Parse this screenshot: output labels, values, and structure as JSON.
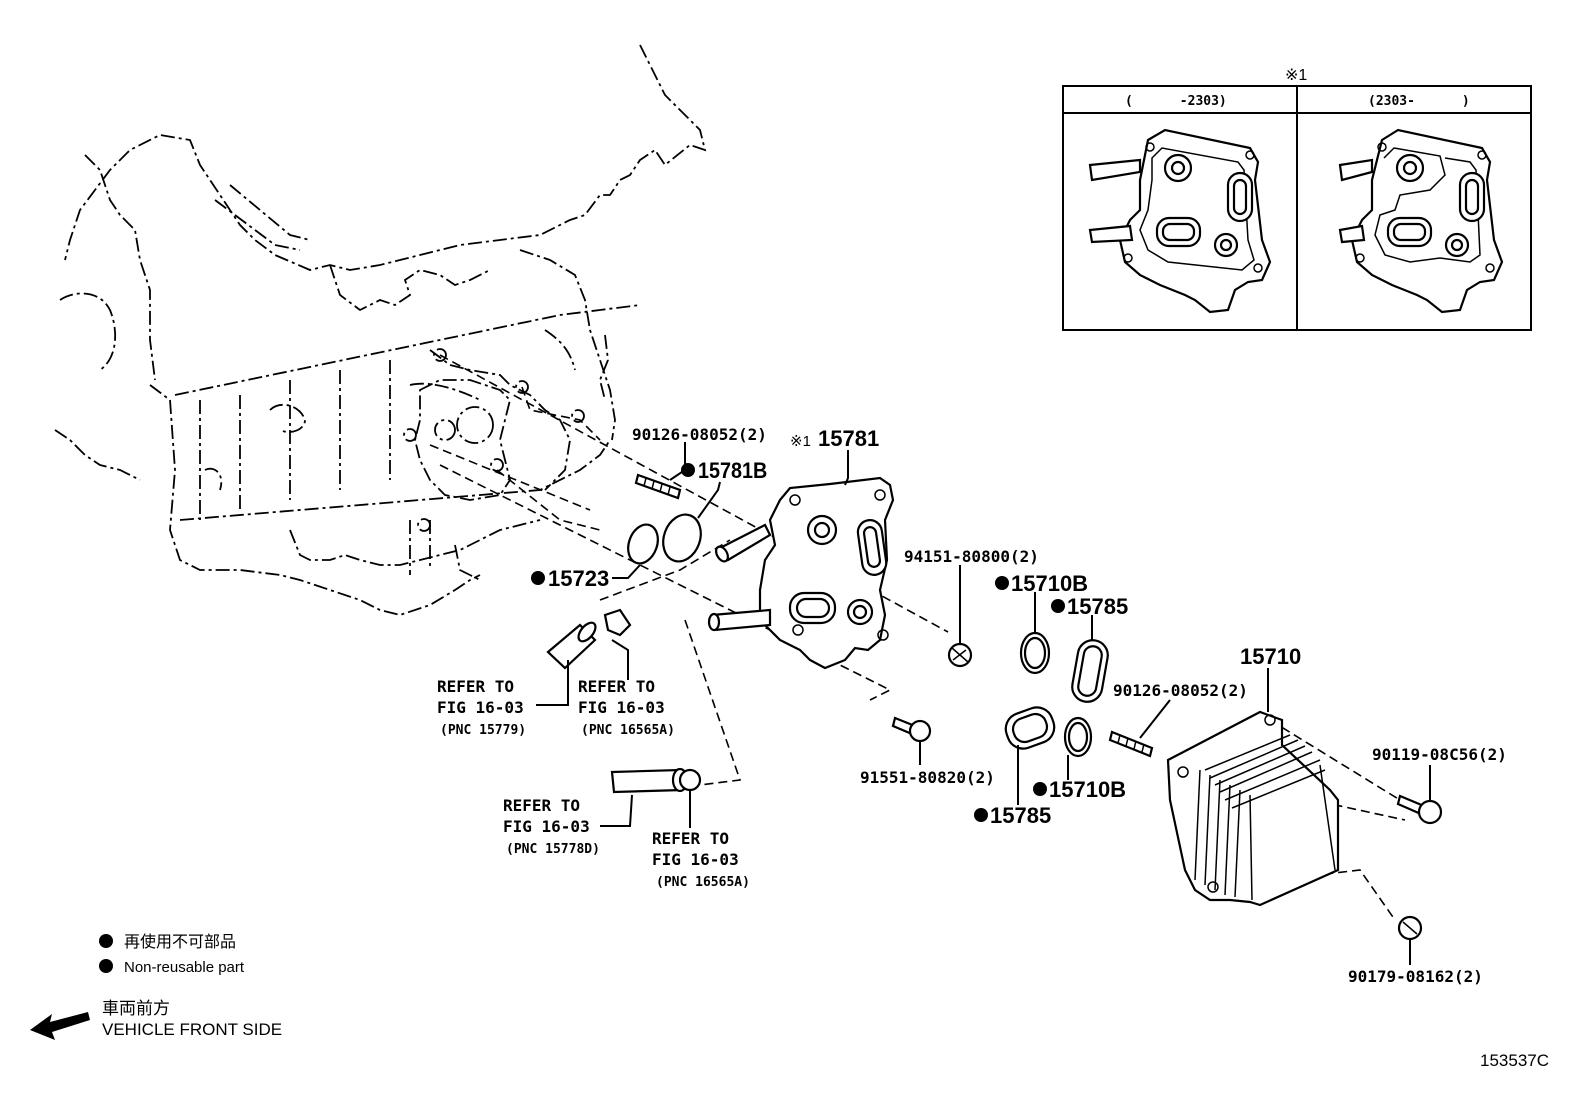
{
  "inset": {
    "marker": "※1",
    "col_left": "(      -2303)",
    "col_right": "(2303-      )"
  },
  "labels": {
    "bolt_top": "90126-08052(2)",
    "gasket_15781b": "15781B",
    "plate_15781": "15781",
    "plate_marker": "※1",
    "oring_15723": "15723",
    "plug_94151": "94151-80800(2)",
    "ring_15710b_top": "15710B",
    "ring_15785_top": "15785",
    "cooler_15710": "15710",
    "bolt_right": "90126-08052(2)",
    "bolt_90119": "90119-08C56(2)",
    "bolt_91551": "91551-80820(2)",
    "ring_15710b_bottom": "15710B",
    "ring_15785_bottom": "15785",
    "nut_90179": "90179-08162(2)"
  },
  "refs": [
    {
      "line1": "REFER TO",
      "line2": "FIG 16-03",
      "line3": "(PNC 15779)"
    },
    {
      "line1": "REFER TO",
      "line2": "FIG 16-03",
      "line3": "(PNC 16565A)"
    },
    {
      "line1": "REFER TO",
      "line2": "FIG 16-03",
      "line3": "(PNC 15778D)"
    },
    {
      "line1": "REFER TO",
      "line2": "FIG 16-03",
      "line3": "(PNC 16565A)"
    }
  ],
  "legend": {
    "jp": "再使用不可部品",
    "en": "Non-reusable part",
    "front_jp": "車両前方",
    "front_en": "VEHICLE FRONT SIDE"
  },
  "figure_code": "153537C"
}
